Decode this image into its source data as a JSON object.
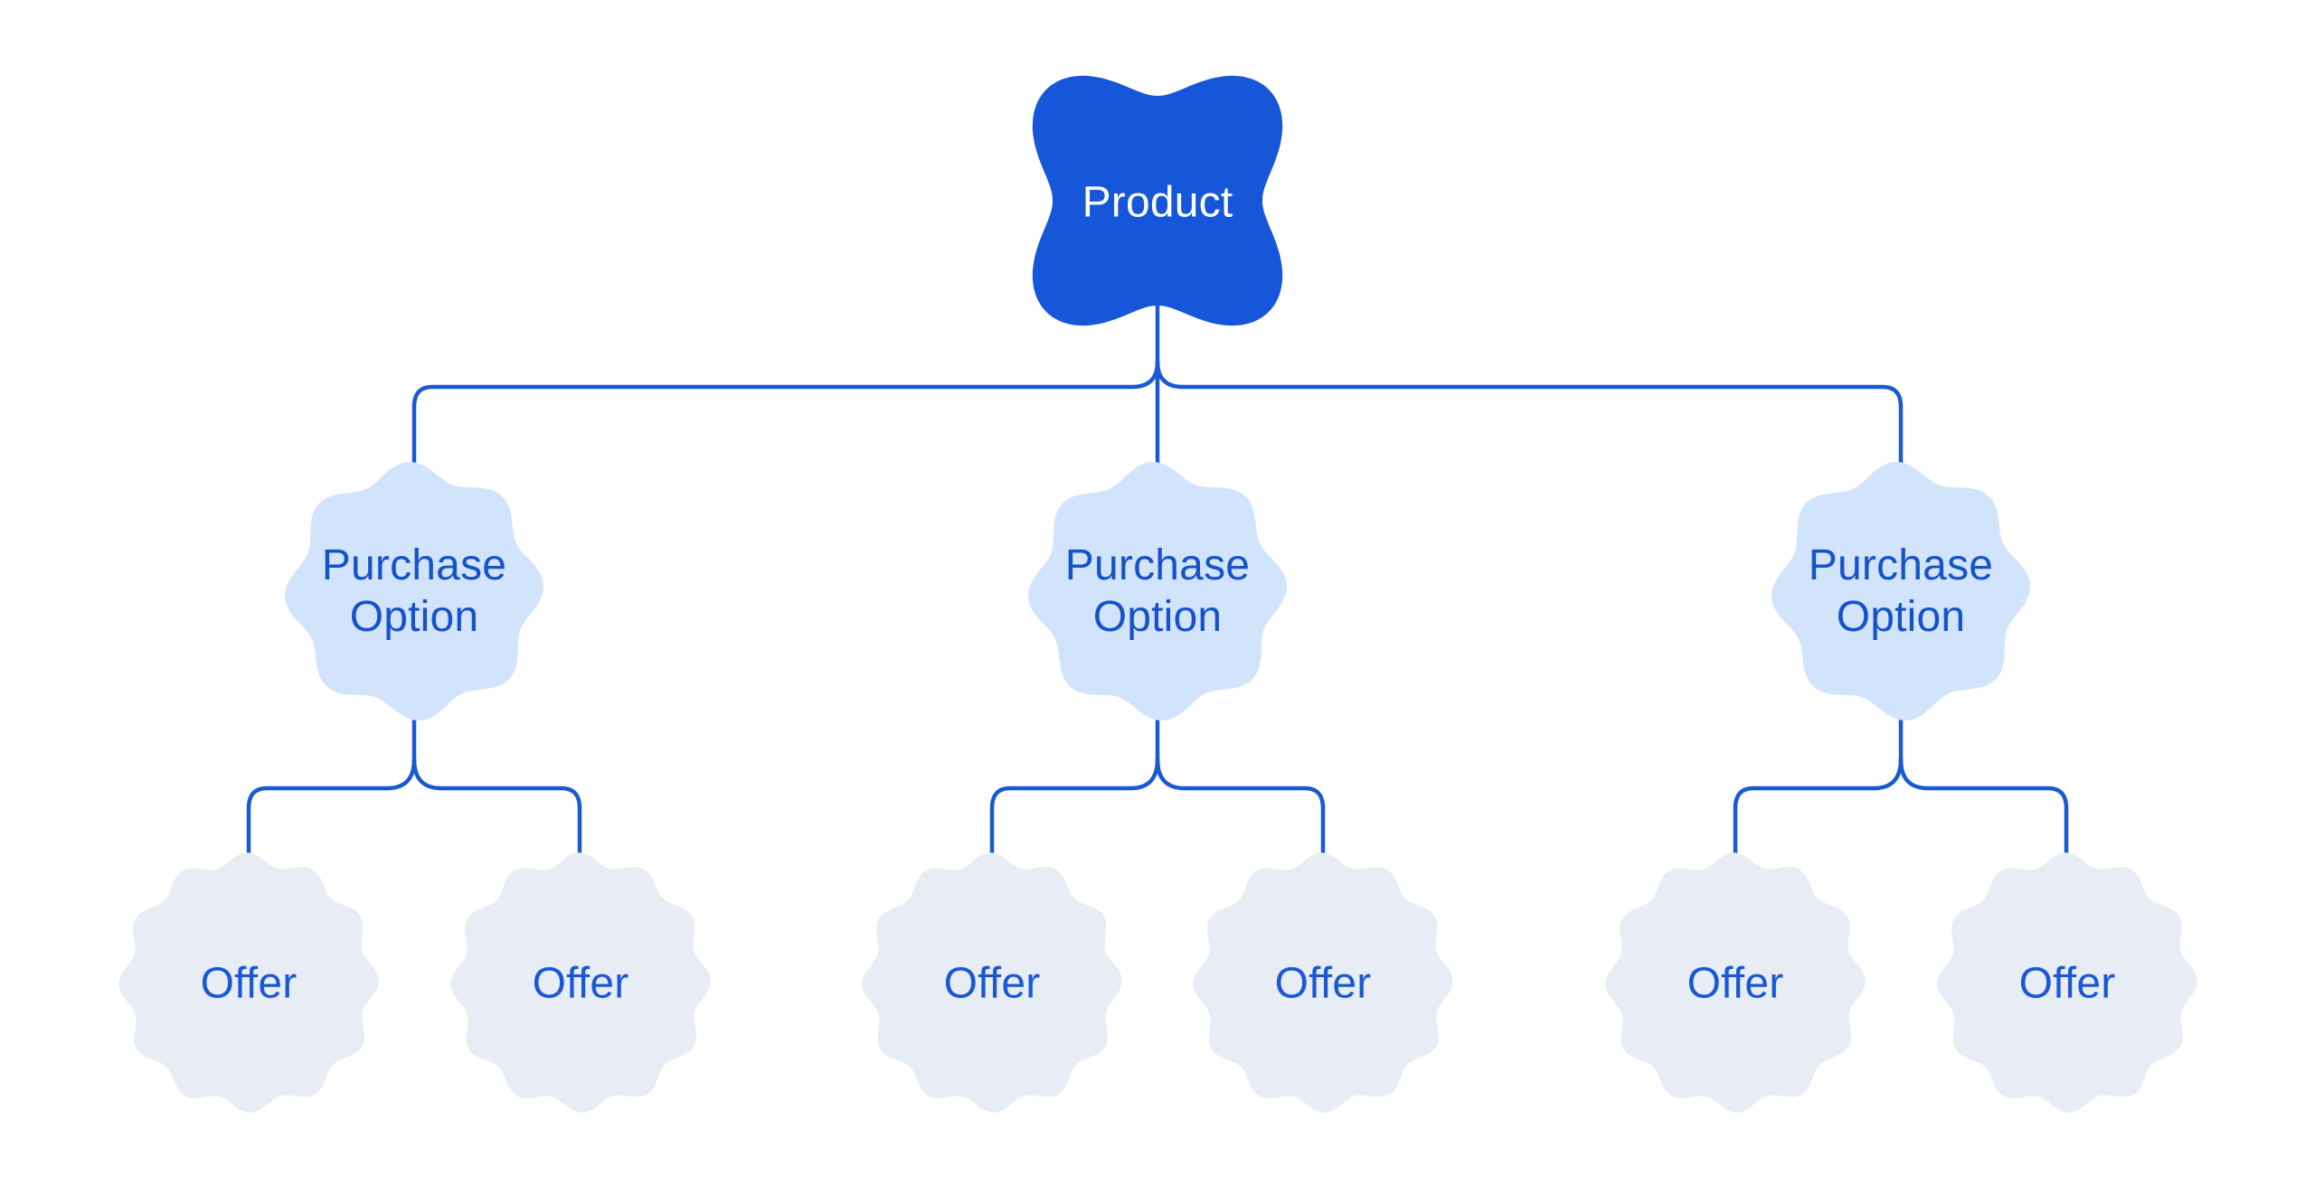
{
  "diagram": {
    "product": {
      "label": "Product"
    },
    "purchase_options": [
      {
        "label": "Purchase Option",
        "offers": [
          {
            "label": "Offer"
          },
          {
            "label": "Offer"
          }
        ]
      },
      {
        "label": "Purchase Option",
        "offers": [
          {
            "label": "Offer"
          },
          {
            "label": "Offer"
          }
        ]
      },
      {
        "label": "Purchase Option",
        "offers": [
          {
            "label": "Offer"
          },
          {
            "label": "Offer"
          }
        ]
      }
    ],
    "colors": {
      "background": "#ffffff",
      "product_fill": "#1656d8",
      "product_text": "#ffffff",
      "purchase_option_fill": "#d2e3fc",
      "purchase_option_text": "#1653c8",
      "offer_fill": "#e8edf5",
      "offer_text": "#1a58d4",
      "connector": "#185ad2"
    }
  }
}
